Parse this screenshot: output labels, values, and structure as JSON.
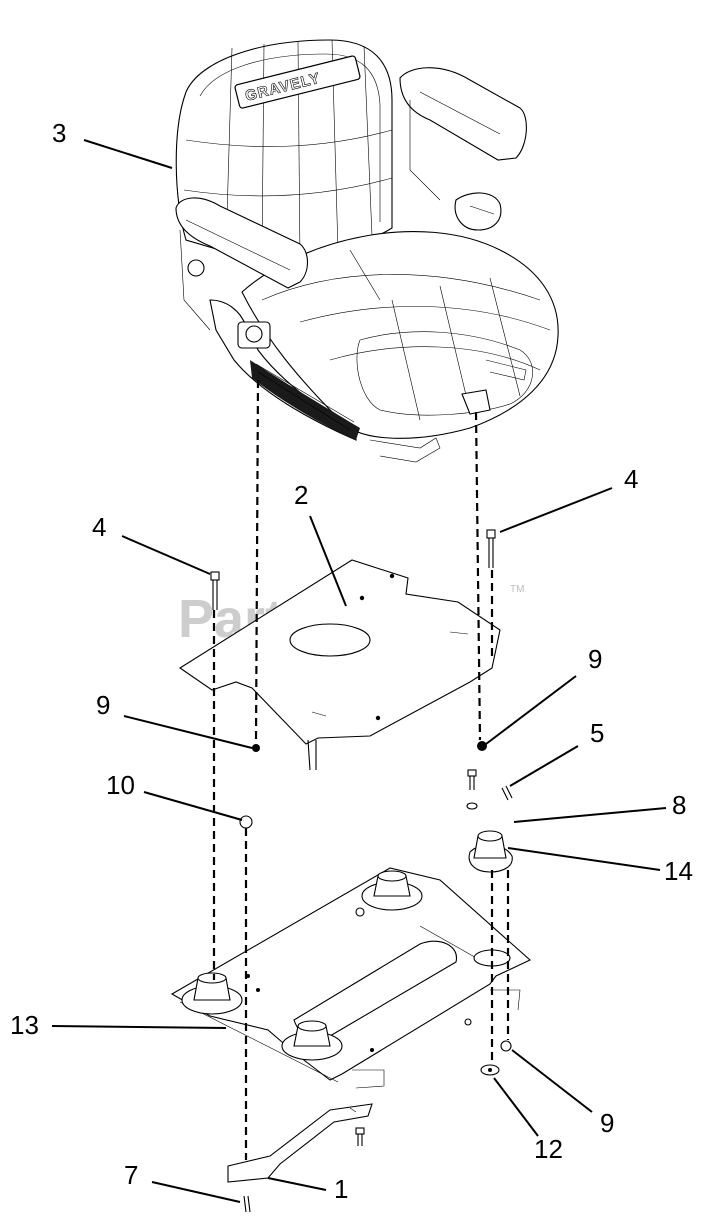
{
  "diagram": {
    "brand_text": "GRAVELY",
    "watermark": "PartsTree",
    "watermark_tm": "TM",
    "callouts": [
      {
        "id": "c3",
        "text": "3"
      },
      {
        "id": "c4l",
        "text": "4"
      },
      {
        "id": "c4r",
        "text": "4"
      },
      {
        "id": "c2",
        "text": "2"
      },
      {
        "id": "c9r1",
        "text": "9"
      },
      {
        "id": "c9l",
        "text": "9"
      },
      {
        "id": "c5",
        "text": "5"
      },
      {
        "id": "c10",
        "text": "10"
      },
      {
        "id": "c8",
        "text": "8"
      },
      {
        "id": "c14",
        "text": "14"
      },
      {
        "id": "c13",
        "text": "13"
      },
      {
        "id": "c9r2",
        "text": "9"
      },
      {
        "id": "c12",
        "text": "12"
      },
      {
        "id": "c7",
        "text": "7"
      },
      {
        "id": "c1",
        "text": "1"
      }
    ]
  }
}
